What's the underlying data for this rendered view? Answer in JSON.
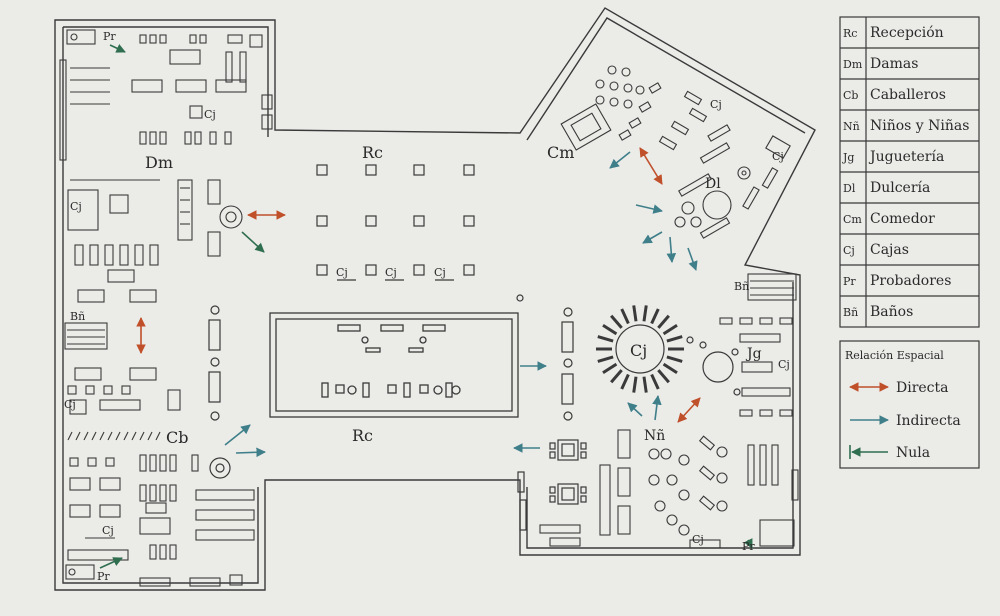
{
  "floor_labels": {
    "dm": "Dm",
    "cb": "Cb",
    "rc_top": "Rc",
    "rc_bottom": "Rc",
    "cm": "Cm",
    "jg": "Jg",
    "dl": "Dl",
    "nn": "Nñ",
    "bn_left": "Bñ",
    "bn_right": "Bñ",
    "pr_top": "Pr",
    "pr_bottom": "Pr",
    "pr_right": "Pr",
    "cj_dm": "Cj",
    "cj_left1": "Cj",
    "cj_left2": "Cj",
    "cj_cb": "Cj",
    "cj_center1": "Cj",
    "cj_center2": "Cj",
    "cj_center3": "Cj",
    "cj_cm1": "Cj",
    "cj_cm2": "Cj",
    "cj_round": "Cj",
    "cj_jg": "Cj",
    "cj_bottom": "Cj"
  },
  "legend": [
    {
      "code": "Rc",
      "name": "Recepción"
    },
    {
      "code": "Dm",
      "name": "Damas"
    },
    {
      "code": "Cb",
      "name": "Caballeros"
    },
    {
      "code": "Nñ",
      "name": "Niños y Niñas"
    },
    {
      "code": "Jg",
      "name": "Juguetería"
    },
    {
      "code": "Dl",
      "name": "Dulcería"
    },
    {
      "code": "Cm",
      "name": "Comedor"
    },
    {
      "code": "Cj",
      "name": "Cajas"
    },
    {
      "code": "Pr",
      "name": "Probadores"
    },
    {
      "code": "Bñ",
      "name": "Baños"
    }
  ],
  "relations": {
    "title": "Relación Espacial",
    "items": [
      {
        "label": "Directa",
        "color": "#c0502a"
      },
      {
        "label": "Indirecta",
        "color": "#3f7f8a"
      },
      {
        "label": "Nula",
        "color": "#2f6e4f"
      }
    ]
  },
  "colors": {
    "paper": "#ededea",
    "ink": "#3a3a3a",
    "direct": "#c0502a",
    "indirect": "#3f7f8a",
    "null": "#2f6e4f"
  }
}
